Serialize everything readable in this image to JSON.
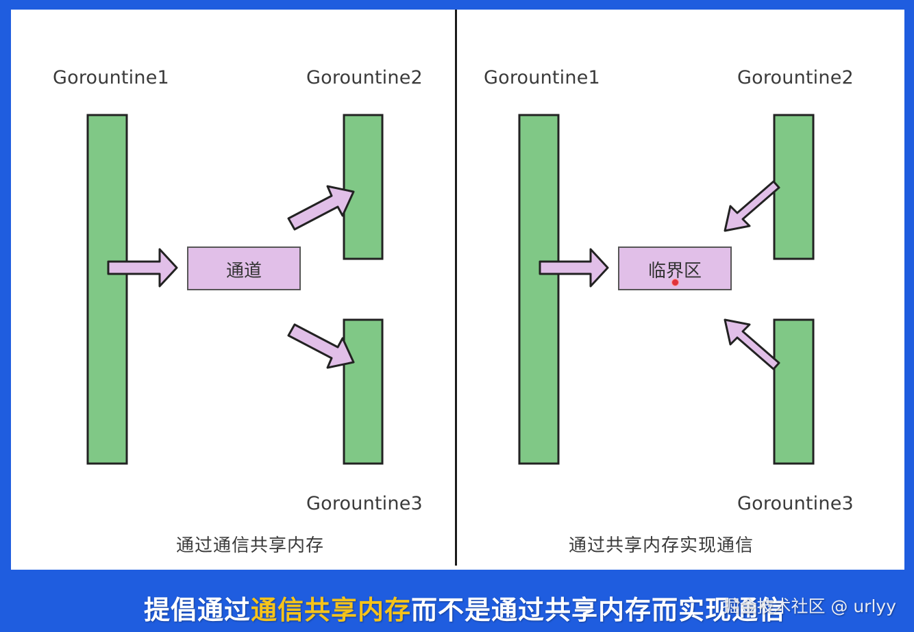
{
  "colors": {
    "frame": "#1f5ddf",
    "bar_fill": "#80c886",
    "box_fill": "#e1bfe8",
    "highlight": "#f5c31a"
  },
  "left_diagram": {
    "g1_label": "Gorountine1",
    "g2_label": "Gorountine2",
    "g3_label": "Gorountine3",
    "box_label": "通道",
    "caption": "通过通信共享内存"
  },
  "right_diagram": {
    "g1_label": "Gorountine1",
    "g2_label": "Gorountine2",
    "g3_label": "Gorountine3",
    "box_label": "临界区",
    "caption": "通过共享内存实现通信"
  },
  "subtitle": {
    "prefix": "提倡通过",
    "highlight": "通信共享内存",
    "suffix": "而不是通过共享内存而实现通信"
  },
  "watermark": "掘金技术社区 @ urlyy"
}
